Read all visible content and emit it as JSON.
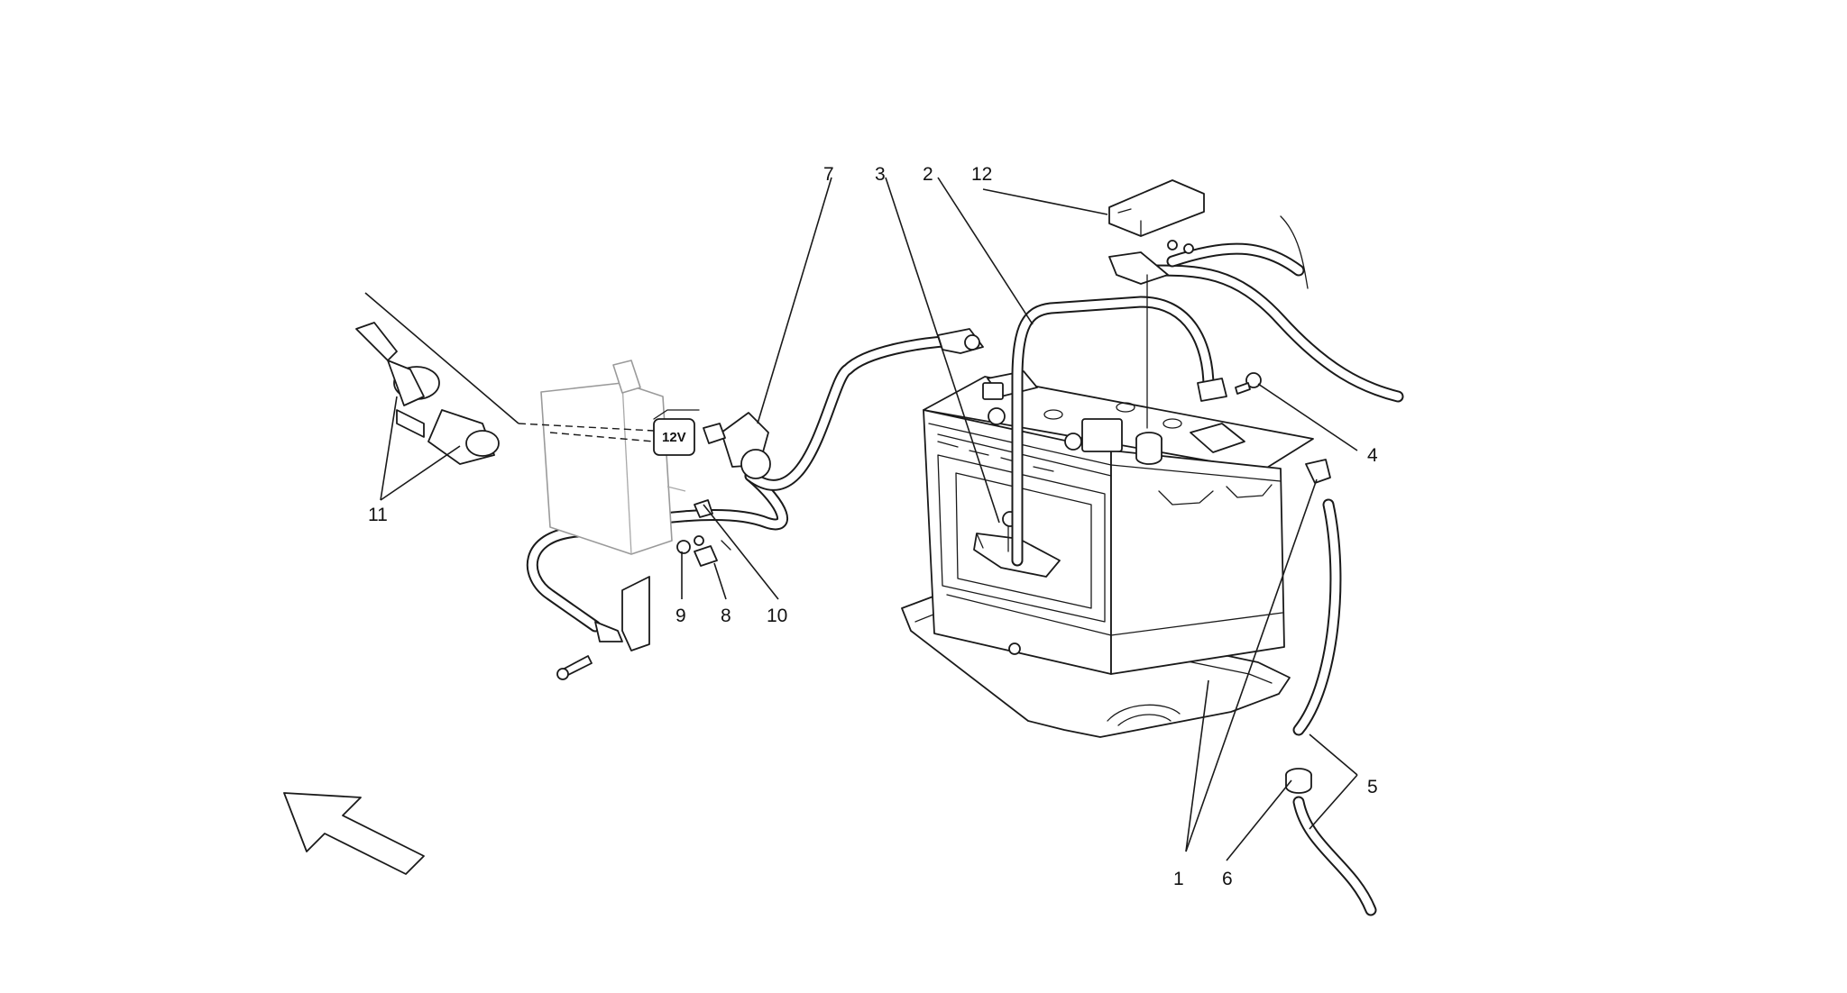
{
  "callouts": {
    "c1": "1",
    "c2": "2",
    "c3": "3",
    "c4": "4",
    "c5": "5",
    "c6": "6",
    "c7": "7",
    "c8": "8",
    "c9": "9",
    "c10": "10",
    "c11": "11",
    "c12": "12"
  },
  "socket_tag": "12V",
  "colors": {
    "line": "#1a1a1a",
    "ghost": "#9a9a9a",
    "background": "#ffffff"
  }
}
